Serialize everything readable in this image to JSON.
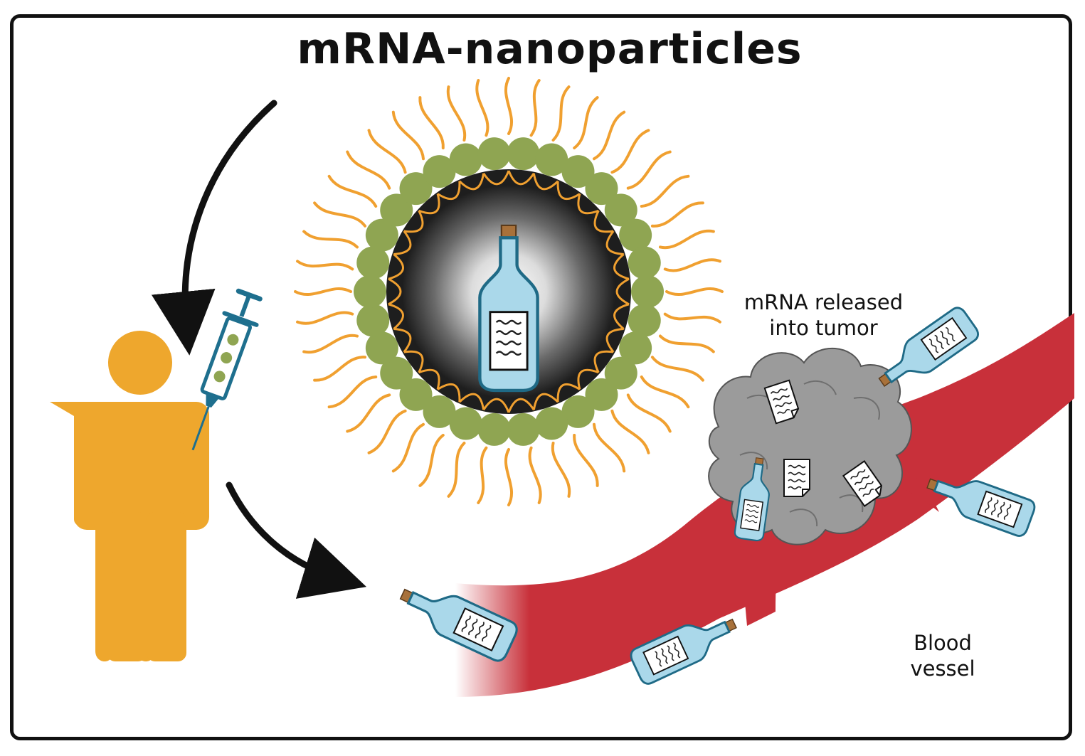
{
  "title": "mRNA-nanoparticles",
  "labels": {
    "tumor_line1": "mRNA released",
    "tumor_line2": "into tumor",
    "vessel_line1": "Blood",
    "vessel_line2": "vessel"
  },
  "colors": {
    "person": "#eea72d",
    "syringe": "#1e6f8e",
    "lipid_head": "#8fa552",
    "lipid_tail": "#f0a030",
    "core_dark": "#2a2a2a",
    "bottle_glass": "#aad8ea",
    "bottle_outline": "#1f6a86",
    "cork": "#a8713a",
    "vessel": "#c8303a",
    "tumor": "#9b9b9b",
    "frame": "#111111"
  },
  "icons": [
    "person-icon",
    "syringe-icon",
    "nanoparticle-icon",
    "bottle-icon",
    "tumor-icon",
    "blood-vessel-icon",
    "arrow-icon"
  ]
}
